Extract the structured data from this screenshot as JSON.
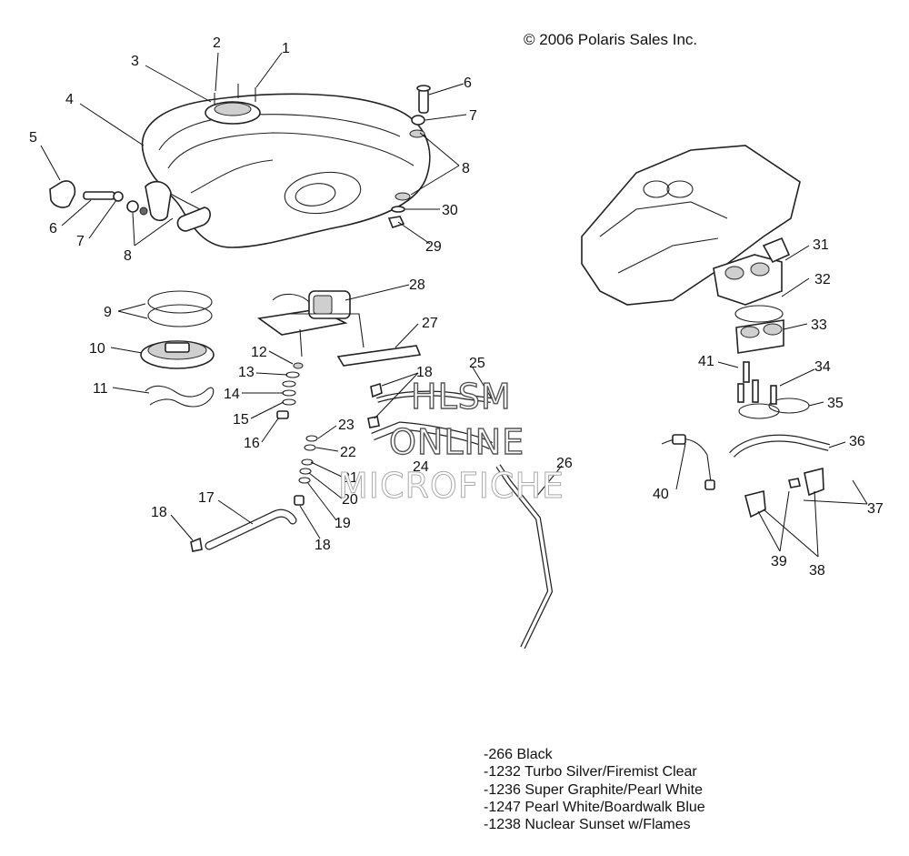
{
  "copyright": "© 2006 Polaris Sales Inc.",
  "watermark": {
    "line1": "HLSM",
    "line2": "ONLINE",
    "line3": "MICROFICHE"
  },
  "color_options": [
    "-266  Black",
    "-1232 Turbo Silver/Firemist Clear",
    "-1236 Super Graphite/Pearl White",
    "-1247 Pearl White/Boardwalk Blue",
    "-1238 Nuclear Sunset w/Flames"
  ],
  "callouts": [
    "1",
    "2",
    "3",
    "4",
    "5",
    "6",
    "7",
    "8",
    "6",
    "7",
    "8",
    "30",
    "29",
    "9",
    "10",
    "11",
    "28",
    "27",
    "12",
    "13",
    "14",
    "15",
    "16",
    "18",
    "25",
    "23",
    "22",
    "24",
    "21",
    "20",
    "19",
    "17",
    "18",
    "18",
    "26",
    "31",
    "32",
    "33",
    "41",
    "34",
    "35",
    "36",
    "40",
    "37",
    "39",
    "38"
  ]
}
